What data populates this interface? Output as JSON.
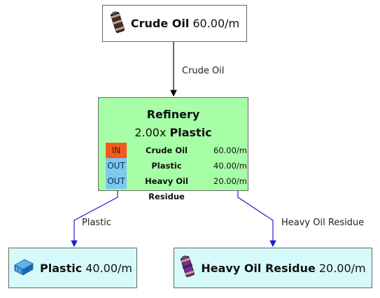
{
  "nodes": {
    "crude_oil": {
      "name": "Crude Oil",
      "rate": "60.00/m",
      "icon": "crude-oil-barrel-icon"
    },
    "refinery": {
      "name": "Refinery",
      "multiplier": "2.00x",
      "recipe": "Plastic",
      "io": [
        {
          "dir": "IN",
          "item": "Crude Oil",
          "rate": "60.00/m"
        },
        {
          "dir": "OUT",
          "item": "Plastic",
          "rate": "40.00/m"
        },
        {
          "dir": "OUT",
          "item": "Heavy Oil Residue",
          "rate": "20.00/m"
        }
      ]
    },
    "plastic": {
      "name": "Plastic",
      "rate": "40.00/m",
      "icon": "plastic-sheets-icon"
    },
    "heavy_oil_residue": {
      "name": "Heavy Oil Residue",
      "rate": "20.00/m",
      "icon": "heavy-oil-residue-barrel-icon"
    }
  },
  "edges": [
    {
      "from": "Crude Oil",
      "to": "Refinery",
      "label": "Crude Oil",
      "color": "#000000"
    },
    {
      "from": "Refinery",
      "to": "Plastic",
      "label": "Plastic",
      "color": "#1f1fd0"
    },
    {
      "from": "Refinery",
      "to": "Heavy Oil Residue",
      "label": "Heavy Oil Residue",
      "color": "#1f1fd0"
    }
  ],
  "colors": {
    "refinery_fill": "#a6ffa6",
    "product_fill": "#d6fafa",
    "in_tag": "#f25a1e",
    "out_tag": "#7ec8f0"
  }
}
